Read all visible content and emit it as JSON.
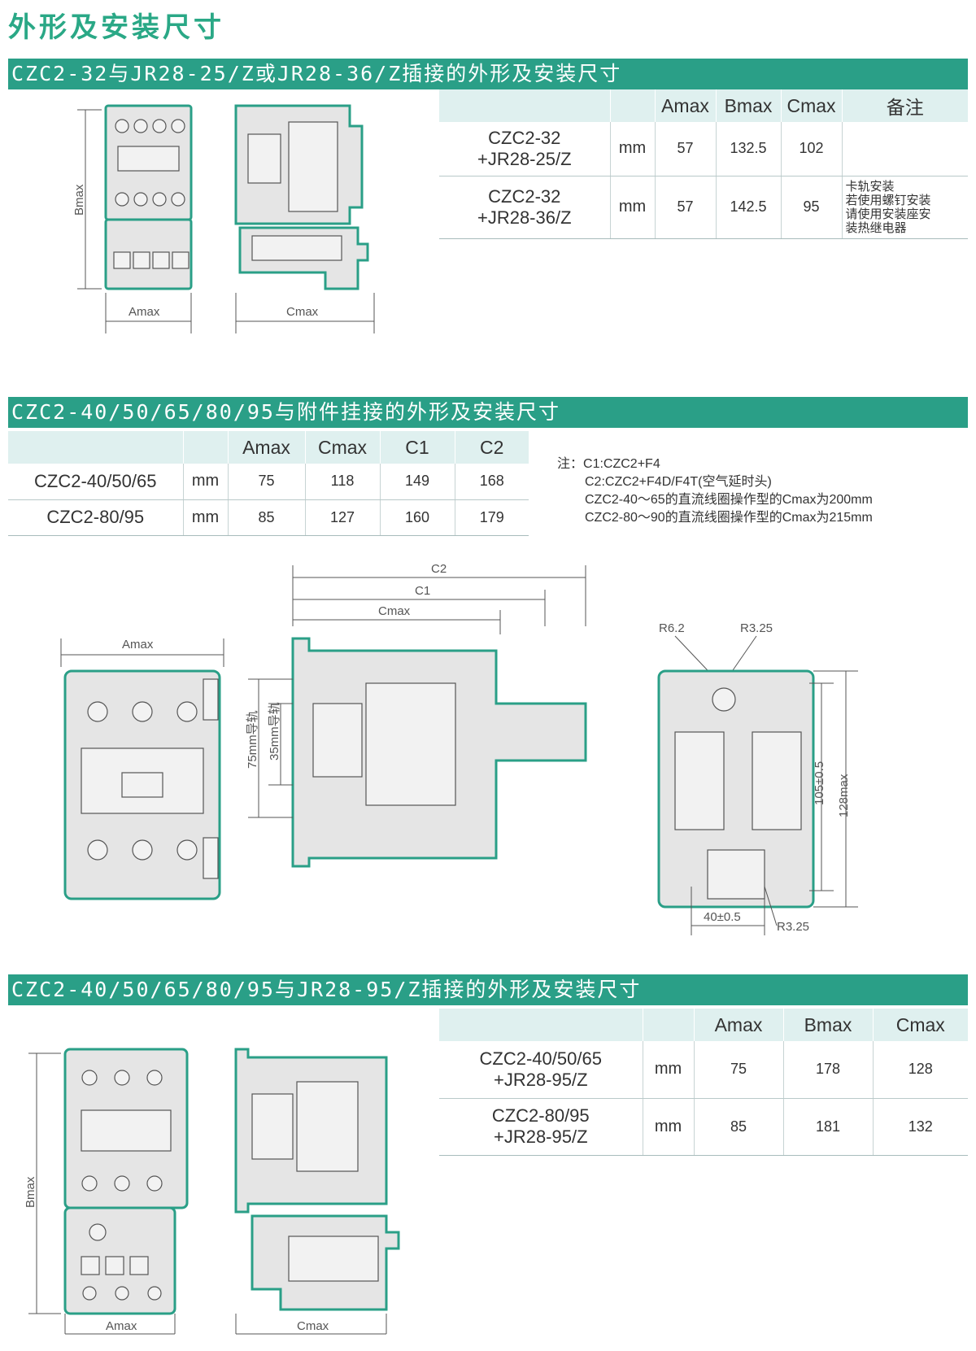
{
  "page_title": "外形及安装尺寸",
  "section1": {
    "banner": "CZC2-32与JR28-25/Z或JR28-36/Z插接的外形及安装尺寸",
    "headers": [
      "",
      "",
      "Amax",
      "Bmax",
      "Cmax",
      "备注"
    ],
    "rows": [
      {
        "model_line1": "CZC2-32",
        "model_line2": "+JR28-25/Z",
        "unit": "mm",
        "a": "57",
        "b": "132.5",
        "c": "102",
        "remark": ""
      },
      {
        "model_line1": "CZC2-32",
        "model_line2": "+JR28-36/Z",
        "unit": "mm",
        "a": "57",
        "b": "142.5",
        "c": "95",
        "remark_lines": [
          "卡轨安装",
          "若使用螺钉安装",
          "请使用安装座安",
          "装热继电器"
        ]
      }
    ],
    "drawing_labels": {
      "bmax": "Bmax",
      "amax": "Amax",
      "cmax": "Cmax"
    }
  },
  "section2": {
    "banner": "CZC2-40/50/65/80/95与附件挂接的外形及安装尺寸",
    "headers": [
      "",
      "",
      "Amax",
      "Cmax",
      "C1",
      "C2"
    ],
    "rows": [
      {
        "model": "CZC2-40/50/65",
        "unit": "mm",
        "a": "75",
        "c": "118",
        "c1": "149",
        "c2": "168"
      },
      {
        "model": "CZC2-80/95",
        "unit": "mm",
        "a": "85",
        "c": "127",
        "c1": "160",
        "c2": "179"
      }
    ],
    "note": {
      "prefix": "注：",
      "lines": [
        "C1:CZC2+F4",
        "C2:CZC2+F4D/F4T(空气延时头)",
        "CZC2-40～65的直流线圈操作型的Cmax为200mm",
        "CZC2-80～90的直流线圈操作型的Cmax为215mm"
      ]
    },
    "drawing_labels": {
      "amax": "Amax",
      "c2": "C2",
      "c1": "C1",
      "cmax": "Cmax",
      "rail75": "75mm导轨",
      "rail35": "35mm导轨",
      "r62": "R6.2",
      "r325_top": "R3.25",
      "r325_bottom": "R3.25",
      "d105": "105±0.5",
      "d128": "128max",
      "d40": "40±0.5"
    }
  },
  "section3": {
    "banner": "CZC2-40/50/65/80/95与JR28-95/Z插接的外形及安装尺寸",
    "headers": [
      "",
      "",
      "Amax",
      "Bmax",
      "Cmax"
    ],
    "rows": [
      {
        "model_line1": "CZC2-40/50/65",
        "model_line2": "+JR28-95/Z",
        "unit": "mm",
        "a": "75",
        "b": "178",
        "c": "128"
      },
      {
        "model_line1": "CZC2-80/95",
        "model_line2": "+JR28-95/Z",
        "unit": "mm",
        "a": "85",
        "b": "181",
        "c": "132"
      }
    ],
    "drawing_labels": {
      "bmax": "Bmax",
      "amax": "Amax",
      "cmax": "Cmax"
    }
  },
  "colors": {
    "accent": "#2a9f87",
    "header_bg": "#dff0ef",
    "title": "#2aa886"
  }
}
